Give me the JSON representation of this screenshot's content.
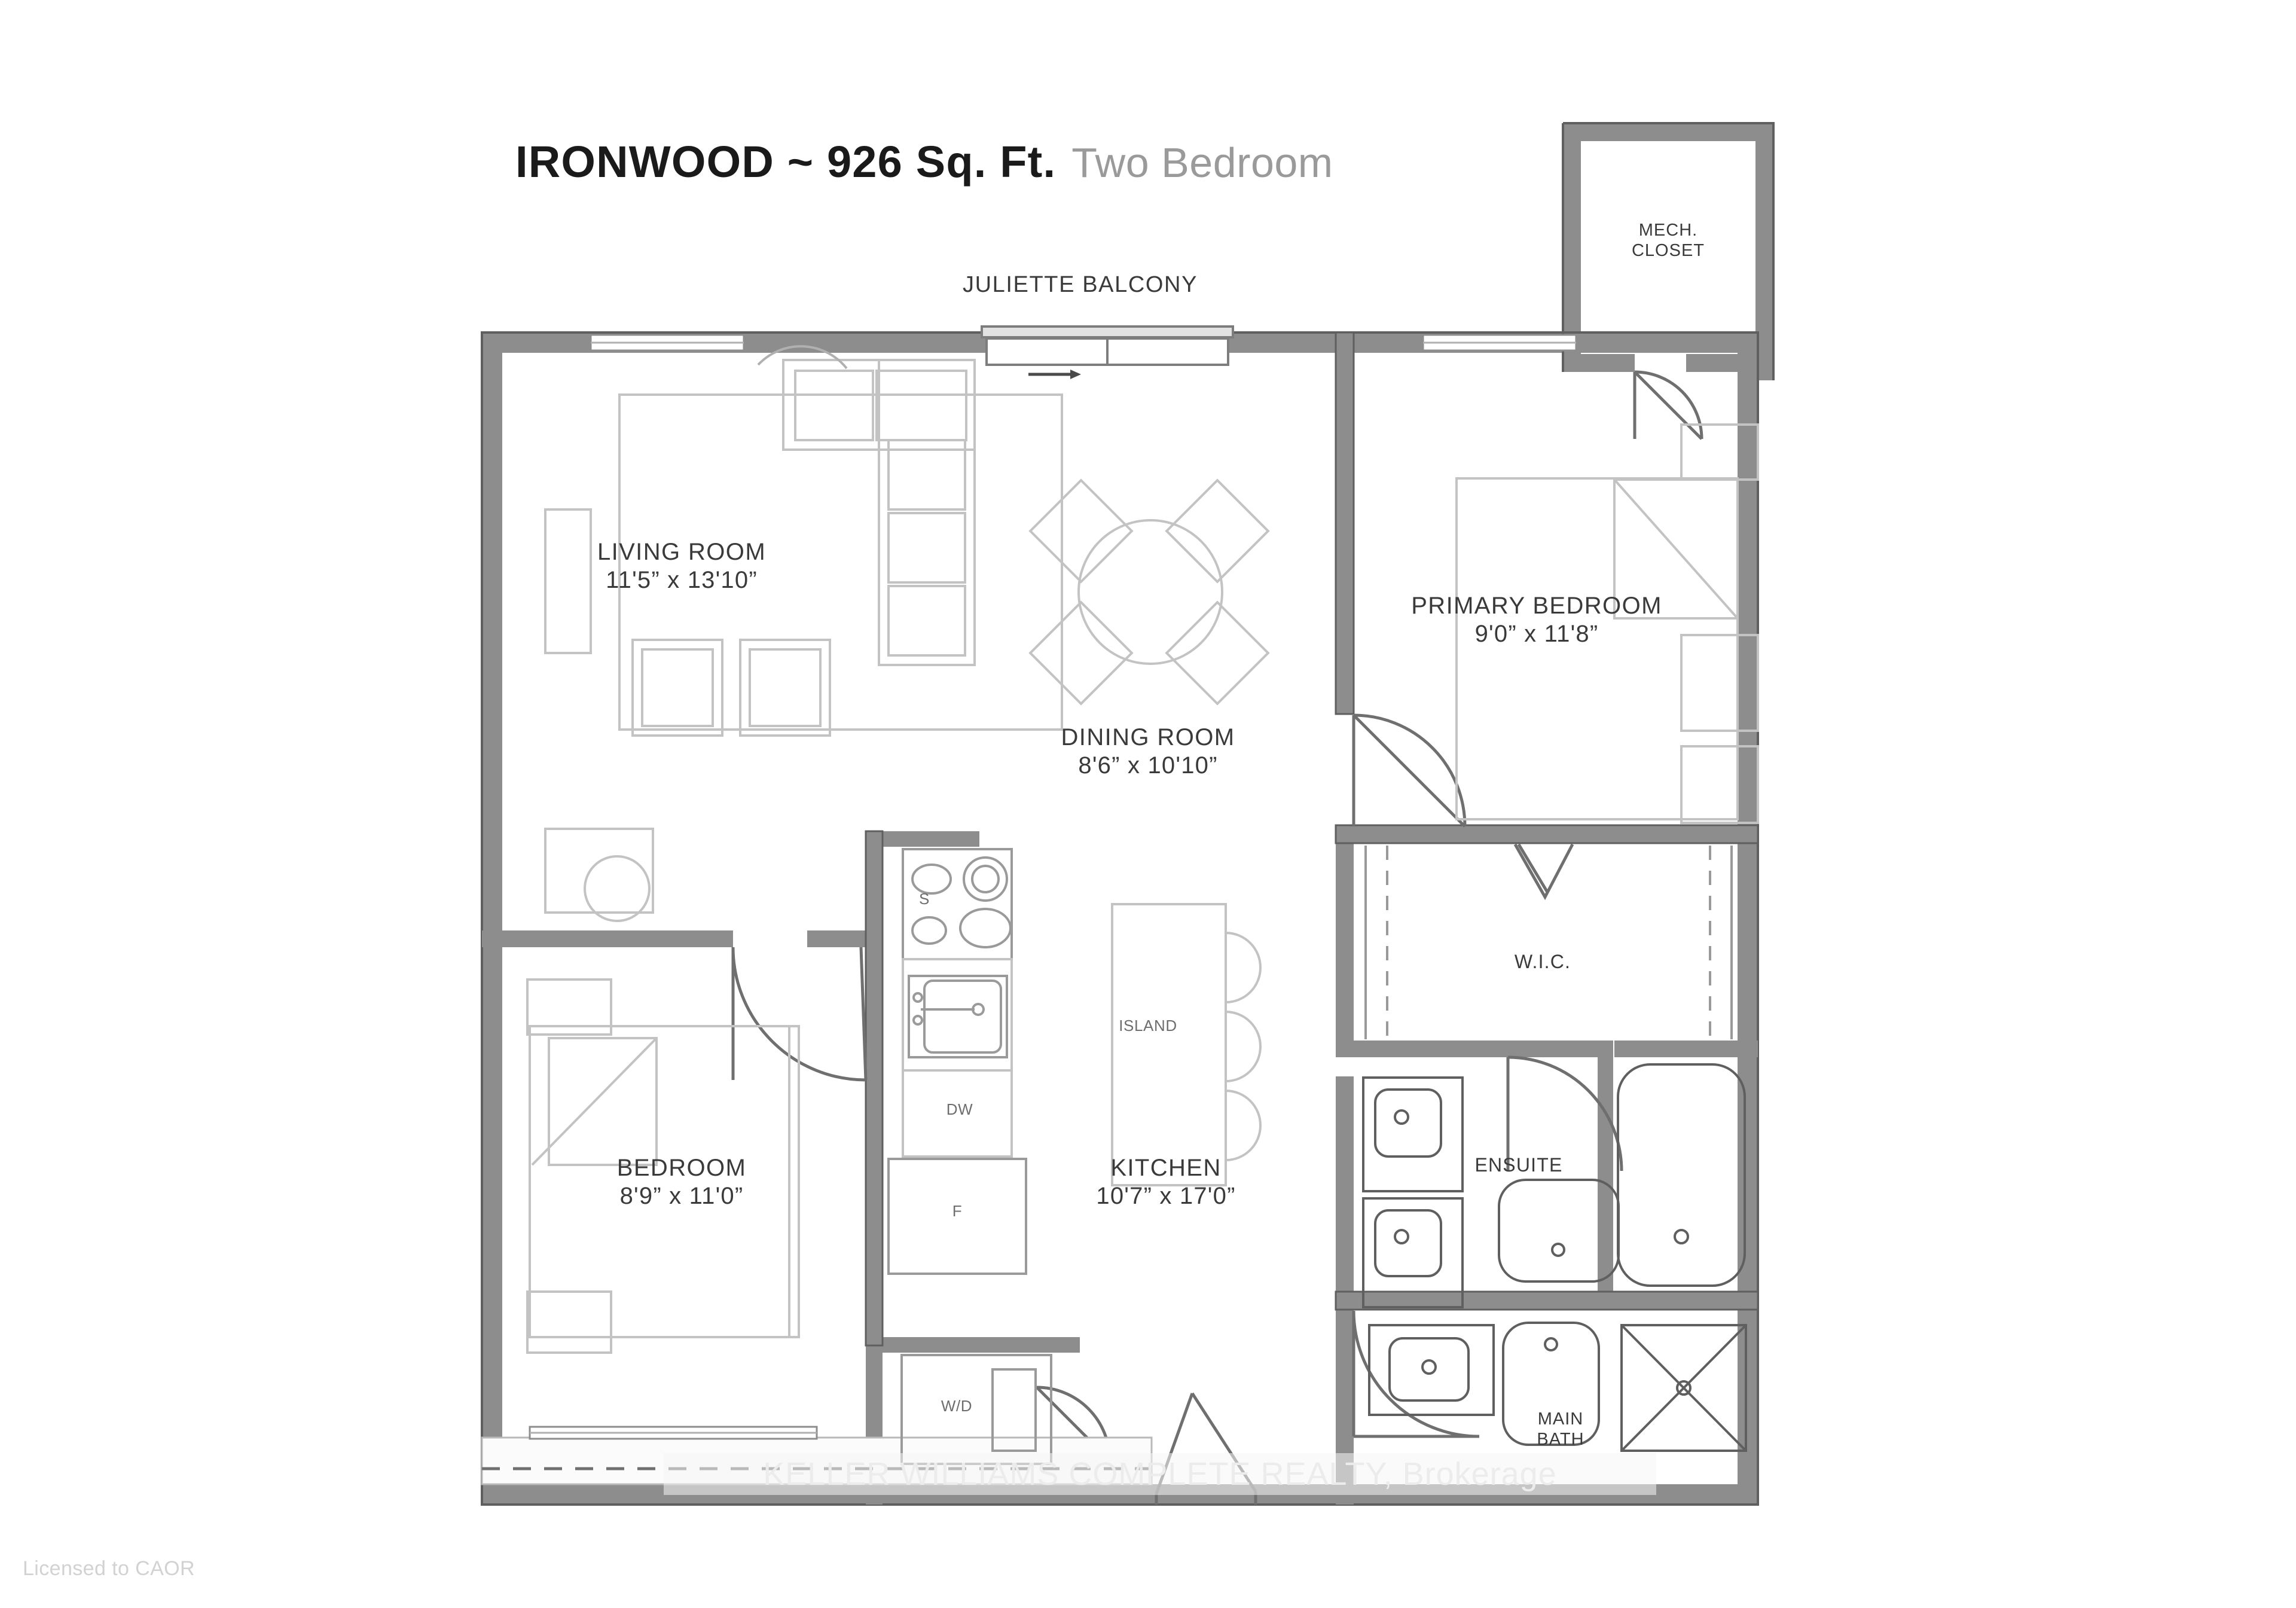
{
  "header": {
    "title_main": "IRONWOOD ~ 926 Sq. Ft.",
    "title_sub": "Two Bedroom"
  },
  "footer": {
    "licensed": "Licensed to CAOR"
  },
  "watermark": {
    "text": "KELLER WILLIAMS COMPLETE REALTY, Brokerage"
  },
  "plan": {
    "exterior_label": "JULIETTE BALCONY",
    "rooms": [
      {
        "key": "living",
        "name": "LIVING ROOM",
        "dims": "11'5” x 13'10”"
      },
      {
        "key": "dining",
        "name": "DINING ROOM",
        "dims": "8'6” x 10'10”"
      },
      {
        "key": "kitchen",
        "name": "KITCHEN",
        "dims": "10'7” x 17'0”"
      },
      {
        "key": "bedroom",
        "name": "BEDROOM",
        "dims": "8'9” x 11'0”"
      },
      {
        "key": "primary",
        "name": "PRIMARY BEDROOM",
        "dims": "9'0” x 11'8”"
      }
    ],
    "small_rooms": [
      {
        "key": "mech",
        "line1": "MECH.",
        "line2": "CLOSET"
      },
      {
        "key": "wic",
        "line1": "W.I.C.",
        "line2": ""
      },
      {
        "key": "ensuite",
        "line1": "ENSUITE",
        "line2": ""
      },
      {
        "key": "mainbath",
        "line1": "MAIN",
        "line2": "BATH"
      }
    ],
    "fixtures": {
      "island": "ISLAND",
      "stove": "S",
      "dishwasher": "DW",
      "fridge": "F",
      "washer_dryer": "W/D"
    }
  },
  "colors": {
    "wall": "#8d8d8d",
    "wall_dark": "#5f5f5f",
    "furniture_line": "#b9b9b9",
    "text": "#3a3a3a",
    "title_sub": "#9a9a9a",
    "watermark": "#ececec",
    "background": "#ffffff"
  }
}
